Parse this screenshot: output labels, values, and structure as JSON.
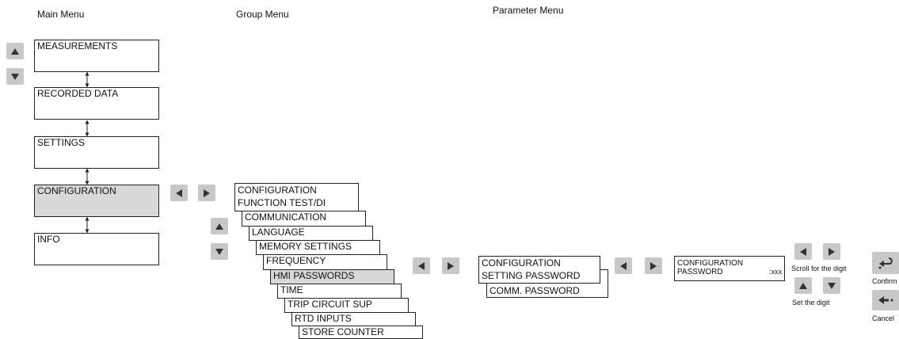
{
  "headers": {
    "main": "Main Menu",
    "group": "Group Menu",
    "param": "Parameter Menu"
  },
  "main_menu": [
    "MEASUREMENTS",
    "RECORDED DATA",
    "SETTINGS",
    "CONFIGURATION",
    "INFO"
  ],
  "group_menu": [
    "CONFIGURATION",
    "FUNCTION TEST/DI",
    "COMMUNICATION",
    "LANGUAGE",
    "MEMORY SETTINGS",
    "FREQUENCY",
    "HMI PASSWORDS",
    "TIME",
    "TRIP CIRCUIT SUP",
    "RTD INPUTS",
    "STORE COUNTER"
  ],
  "param_menu": {
    "title": "CONFIGURATION",
    "item1": "SETTING PASSWORD",
    "item2": "COMM. PASSWORD"
  },
  "editor": {
    "title": "CONFIGURATION",
    "param": "PASSWORD",
    "value": ":xxx"
  },
  "hints": {
    "scroll": "Scroll for the digit",
    "set": "Set the digit",
    "confirm": "Confirm",
    "cancel": "Cancel"
  },
  "icons": {
    "up": "up-arrow-icon",
    "down": "down-arrow-icon",
    "left": "left-arrow-icon",
    "right": "right-arrow-icon",
    "confirm": "enter-icon",
    "cancel": "back-icon"
  },
  "colors": {
    "button": "#c8c8c8",
    "selected": "#d8d8d8",
    "line": "#222222"
  }
}
